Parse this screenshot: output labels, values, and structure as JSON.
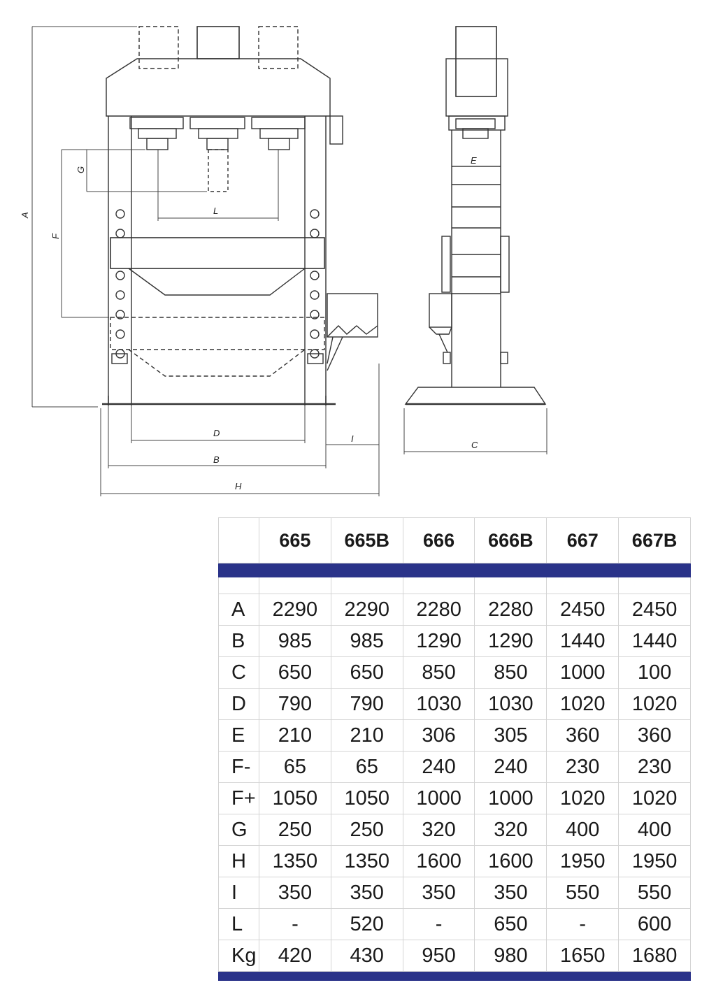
{
  "drawing": {
    "dimension_labels": {
      "A": "A",
      "B": "B",
      "C": "C",
      "D": "D",
      "E": "E",
      "F": "F",
      "G": "G",
      "H": "H",
      "I": "I",
      "L": "L"
    }
  },
  "table": {
    "corner": "",
    "models": [
      "665",
      "665B",
      "666",
      "666B",
      "667",
      "667B"
    ],
    "rows": [
      {
        "label": "A",
        "values": [
          "2290",
          "2290",
          "2280",
          "2280",
          "2450",
          "2450"
        ]
      },
      {
        "label": "B",
        "values": [
          "985",
          "985",
          "1290",
          "1290",
          "1440",
          "1440"
        ]
      },
      {
        "label": "C",
        "values": [
          "650",
          "650",
          "850",
          "850",
          "1000",
          "100"
        ]
      },
      {
        "label": "D",
        "values": [
          "790",
          "790",
          "1030",
          "1030",
          "1020",
          "1020"
        ]
      },
      {
        "label": "E",
        "values": [
          "210",
          "210",
          "306",
          "305",
          "360",
          "360"
        ]
      },
      {
        "label": "F-",
        "values": [
          "65",
          "65",
          "240",
          "240",
          "230",
          "230"
        ]
      },
      {
        "label": "F+",
        "values": [
          "1050",
          "1050",
          "1000",
          "1000",
          "1020",
          "1020"
        ]
      },
      {
        "label": "G",
        "values": [
          "250",
          "250",
          "320",
          "320",
          "400",
          "400"
        ]
      },
      {
        "label": "H",
        "values": [
          "1350",
          "1350",
          "1600",
          "1600",
          "1950",
          "1950"
        ]
      },
      {
        "label": "I",
        "values": [
          "350",
          "350",
          "350",
          "350",
          "550",
          "550"
        ]
      },
      {
        "label": "L",
        "values": [
          "-",
          "520",
          "-",
          "650",
          "-",
          "600"
        ]
      },
      {
        "label": "Kg",
        "values": [
          "420",
          "430",
          "950",
          "980",
          "1650",
          "1680"
        ]
      }
    ],
    "colors": {
      "band": "#2a3389",
      "grid": "#d4d4d4"
    }
  }
}
